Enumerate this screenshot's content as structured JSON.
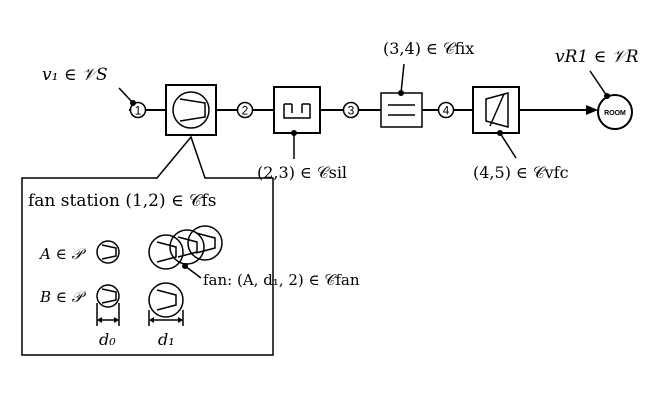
{
  "labels": {
    "v1": "v₁ ∈ 𝒱S",
    "vR1": "vR1 ∈ 𝒱R",
    "fix": "(3,4) ∈ 𝒞fix",
    "sil": "(2,3) ∈ 𝒞sil",
    "vfc": "(4,5) ∈ 𝒞vfc",
    "fan_station": "fan station (1,2) ∈ 𝒞fs",
    "A_member": "A ∈ 𝒫",
    "B_member": "B ∈ 𝒫",
    "fan_def": "fan: (A, d₁, 2) ∈ 𝒞fan",
    "d0": "d₀",
    "d1": "d₁",
    "room": "ROOM"
  },
  "nodes": [
    "1",
    "2",
    "3",
    "4"
  ],
  "icons": {
    "fan": "fan-icon",
    "silencer": "silencer-icon",
    "fixed": "fixed-component-icon",
    "vfc": "variable-flow-controller-icon",
    "room": "room-icon"
  },
  "colors": {
    "line": "#000000",
    "background": "#ffffff"
  }
}
